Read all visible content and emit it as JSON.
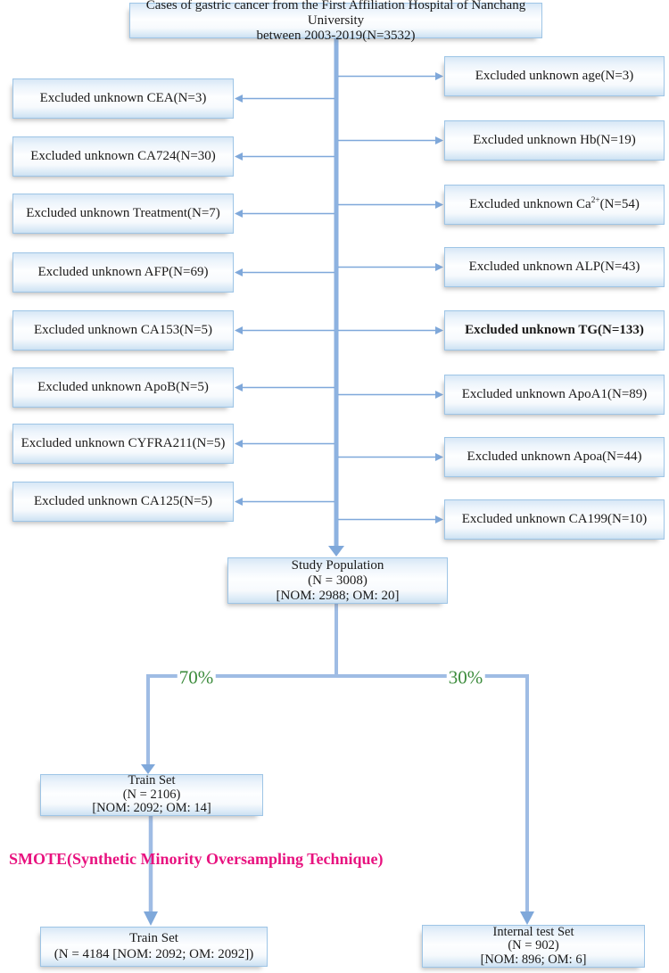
{
  "colors": {
    "box_border": "#9ec5e6",
    "box_fill_top": "#d7e7f6",
    "box_fill_bottom": "#cde1f2",
    "trunk_blue": "#8db2e0",
    "split_blue": "#9fbce4",
    "arrow_blue": "#7fa8da",
    "percent_green": "#3c8c3c",
    "smote_pink": "#e8127f",
    "text": "#1a1a1a"
  },
  "top_box": {
    "line1": "Cases of gastric cancer from the First Affiliation Hospital of Nanchang University",
    "line2": "between 2003-2019(N=3532)"
  },
  "left_exclusions": [
    {
      "label": "Excluded unknown CEA(N=3)"
    },
    {
      "label": "Excluded unknown CA724(N=30)"
    },
    {
      "label": "Excluded unknown Treatment(N=7)"
    },
    {
      "label": "Excluded unknown AFP(N=69)"
    },
    {
      "label": "Excluded unknown CA153(N=5)"
    },
    {
      "label": "Excluded unknown ApoB(N=5)"
    },
    {
      "label": "Excluded unknown CYFRA211(N=5)"
    },
    {
      "label": "Excluded unknown CA125(N=5)"
    }
  ],
  "right_exclusions": [
    {
      "label": "Excluded unknown age(N=3)"
    },
    {
      "label": "Excluded unknown Hb(N=19)"
    },
    {
      "pre": "Excluded unknown Ca",
      "sup": "2+",
      "post": "(N=54)"
    },
    {
      "label": "Excluded unknown ALP(N=43)"
    },
    {
      "label": "Excluded unknown TG(N=133)",
      "bold": true
    },
    {
      "label": "Excluded unknown ApoA1(N=89)"
    },
    {
      "label": "Excluded unknown Apoa(N=44)"
    },
    {
      "label": "Excluded unknown CA199(N=10)"
    }
  ],
  "study_population": {
    "lines": [
      "Study Population",
      "(N = 3008)",
      "[NOM: 2988; OM: 20]"
    ]
  },
  "split": {
    "left_percent": "70%",
    "right_percent": "30%"
  },
  "train_set_1": {
    "lines": [
      "Train Set",
      "(N = 2106)",
      "[NOM: 2092; OM: 14]"
    ]
  },
  "smote_label": "SMOTE(Synthetic Minority Oversampling Technique)",
  "train_set_2": {
    "lines": [
      "Train Set",
      "(N = 4184 [NOM: 2092; OM: 2092])"
    ]
  },
  "internal_test_set": {
    "lines": [
      "Internal test Set",
      "(N = 902)",
      "[NOM: 896; OM: 6]"
    ]
  }
}
